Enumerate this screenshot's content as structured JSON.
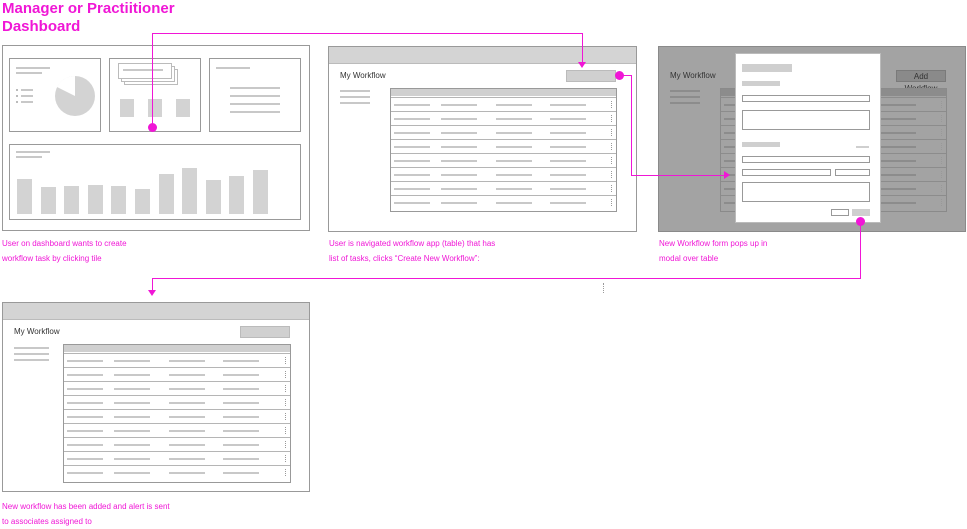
{
  "page": {
    "title": "Manager or Practiitioner\nDashboard"
  },
  "captions": {
    "step1": "User on dashboard wants to create\nworkflow task by clicking tile",
    "step2": "User is navigated workflow app (table) that has\nlist of tasks, clicks “Create New Workflow”:",
    "step3": "New Workflow form pops up in\nmodal over table",
    "step4": "New workflow has been added  and alert is sent\nto associates assigned to"
  },
  "workflow": {
    "title": "My Workflow",
    "add_button_label": "Add Workflow"
  },
  "colors": {
    "accent": "#f016d6"
  },
  "dashboard": {
    "bar_chart_levels": [
      0.76,
      0.58,
      0.6,
      0.64,
      0.6,
      0.54,
      0.86,
      1.0,
      0.74,
      0.82,
      0.96
    ]
  }
}
